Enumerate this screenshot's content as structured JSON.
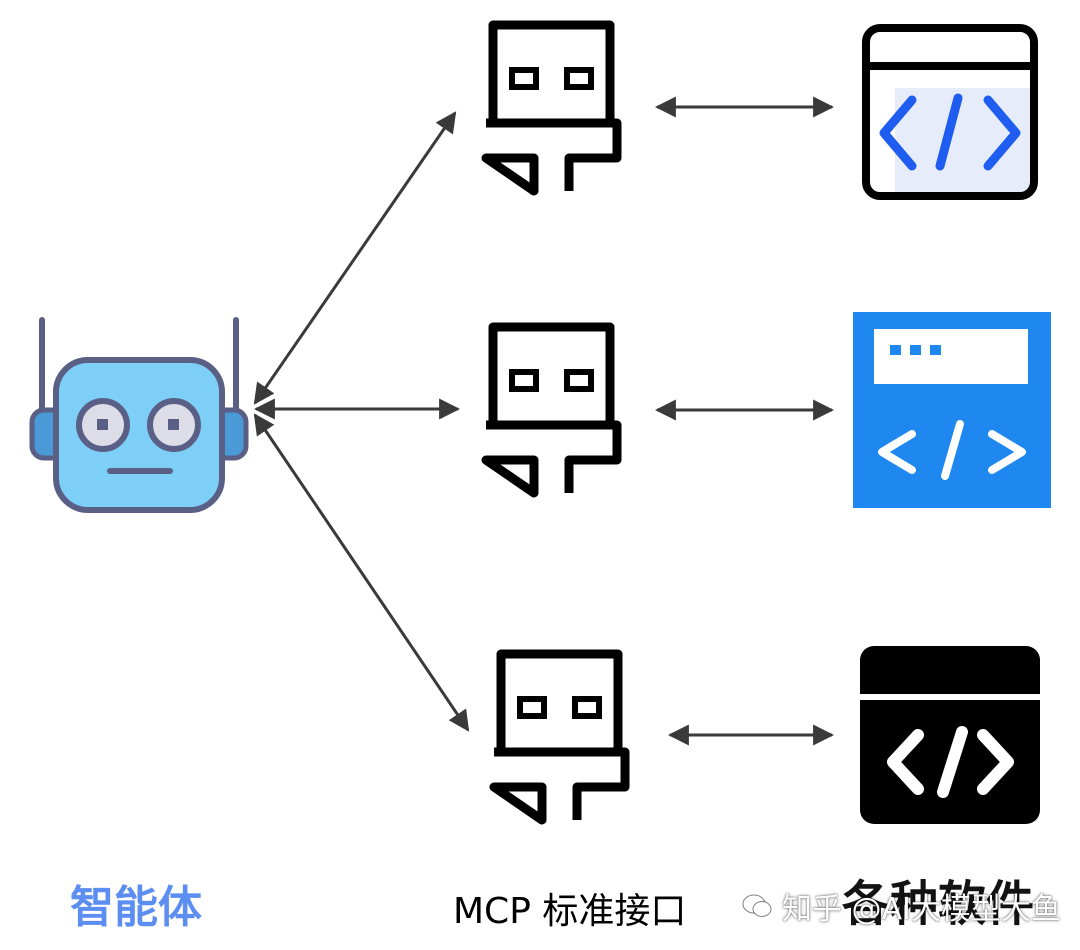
{
  "labels": {
    "agent": "智能体",
    "mcp_interface": "MCP 标准接口",
    "software": "各种软件"
  },
  "watermark": {
    "text": "知乎 @AI大模型大鱼",
    "icon": "wechat-bubble-icon"
  },
  "icons": {
    "agent": "robot-icon",
    "connector": "usb-plug-icon",
    "software_top": "code-window-outline-icon",
    "software_middle": "code-window-blue-icon",
    "software_bottom": "code-window-black-icon"
  },
  "colors": {
    "agent_label": "#5b8ef0",
    "robot_face": "#7ecff8",
    "robot_outline": "#5a5f86",
    "robot_ear": "#4b9ad8",
    "code_blue": "#1f5cf0",
    "code_highlight": "#e7ecfb",
    "software_blue": "#1e88f0",
    "arrow": "#3a3a3a",
    "black": "#000000"
  }
}
